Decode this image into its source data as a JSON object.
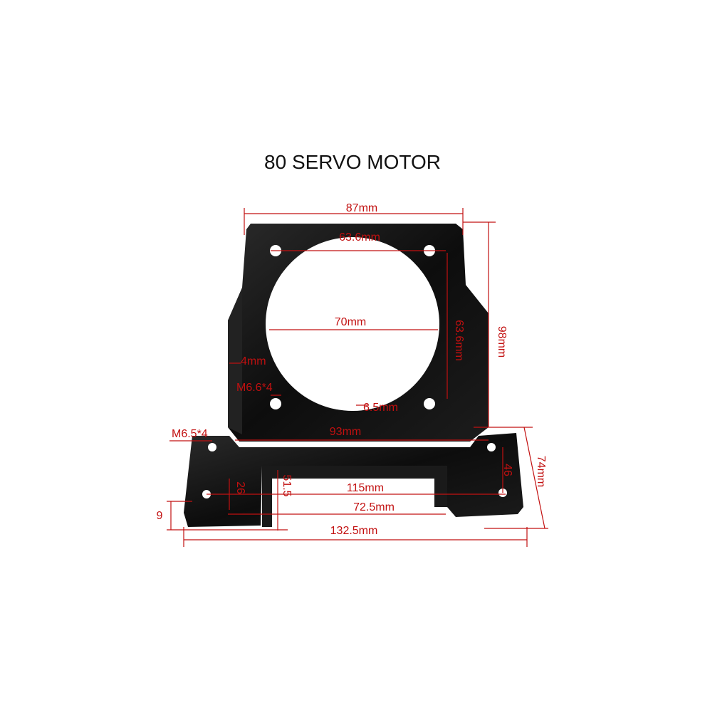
{
  "title": "80 SERVO MOTOR",
  "dimensions": {
    "top_width": "87mm",
    "hole_spacing_h": "63.6mm",
    "bore": "70mm",
    "hole_spacing_v": "63.6mm",
    "height": "98mm",
    "wall": "4mm",
    "face_holes": "M6.6*4",
    "hole_dia": "6.5mm",
    "base_holes": "M6.5*4",
    "inner_width": "93mm",
    "base_depth": "74mm",
    "base_hole_spacing_depth": "46",
    "base_h1": "26",
    "base_h2": "51.5",
    "base_hole_spacing_w": "115mm",
    "slot_width": "72.5mm",
    "base_width": "132.5mm",
    "base_thickness": "9"
  },
  "colors": {
    "dimension": "#c21010",
    "part": "#0c0c0c"
  }
}
